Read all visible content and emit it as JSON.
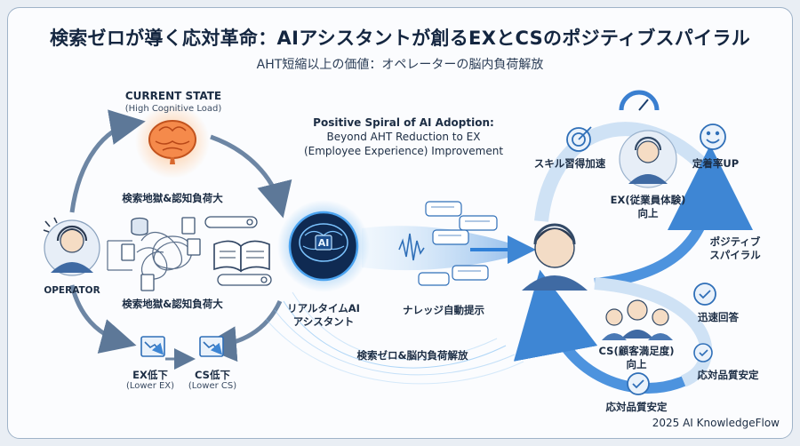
{
  "title": "検索ゼロが導く応対革命：AIアシスタントが創るEXとCSのポジティブスパイラル",
  "subtitle": "AHT短縮以上の価値：オペレーターの脳内負荷解放",
  "left": {
    "state_title": "CURRENT STATE",
    "state_sub": "(High Cognitive Load)",
    "label_top": "検索地獄&認知負荷大",
    "label_bottom": "検索地獄&認知負荷大",
    "operator": "OPERATOR",
    "ex_down": "EX低下",
    "ex_down_sub": "(Lower EX)",
    "cs_down": "CS低下",
    "cs_down_sub": "(Lower CS)"
  },
  "middle": {
    "spiral_title": "Positive Spiral of AI Adoption:",
    "spiral_line2": "Beyond AHT Reduction to EX",
    "spiral_line3": "(Employee Experience) Improvement",
    "ai_chip": "AI",
    "assistant_line1": "リアルタイムAI",
    "assistant_line2": "アシスタント",
    "knowledge": "ナレッジ自動提示",
    "release": "検索ゼロ&脳内負荷解放"
  },
  "right": {
    "skill": "スキル習得加速",
    "retention": "定着率UP",
    "ex_line1": "EX(従業員体験)",
    "ex_line2": "向上",
    "spiral_line1": "ポジティブ",
    "spiral_line2": "スパイラル",
    "fast": "迅速回答",
    "cs_line1": "CS(顧客満足度)",
    "cs_line2": "向上",
    "quality_right": "応対品質安定",
    "quality_bottom": "応対品質安定"
  },
  "footer": "2025 AI KnowledgeFlow",
  "colors": {
    "accent": "#2f74c9",
    "dark": "#1c2d44",
    "brain_hot": "#f07a3a",
    "ai_glow": "#4aa3f0"
  }
}
